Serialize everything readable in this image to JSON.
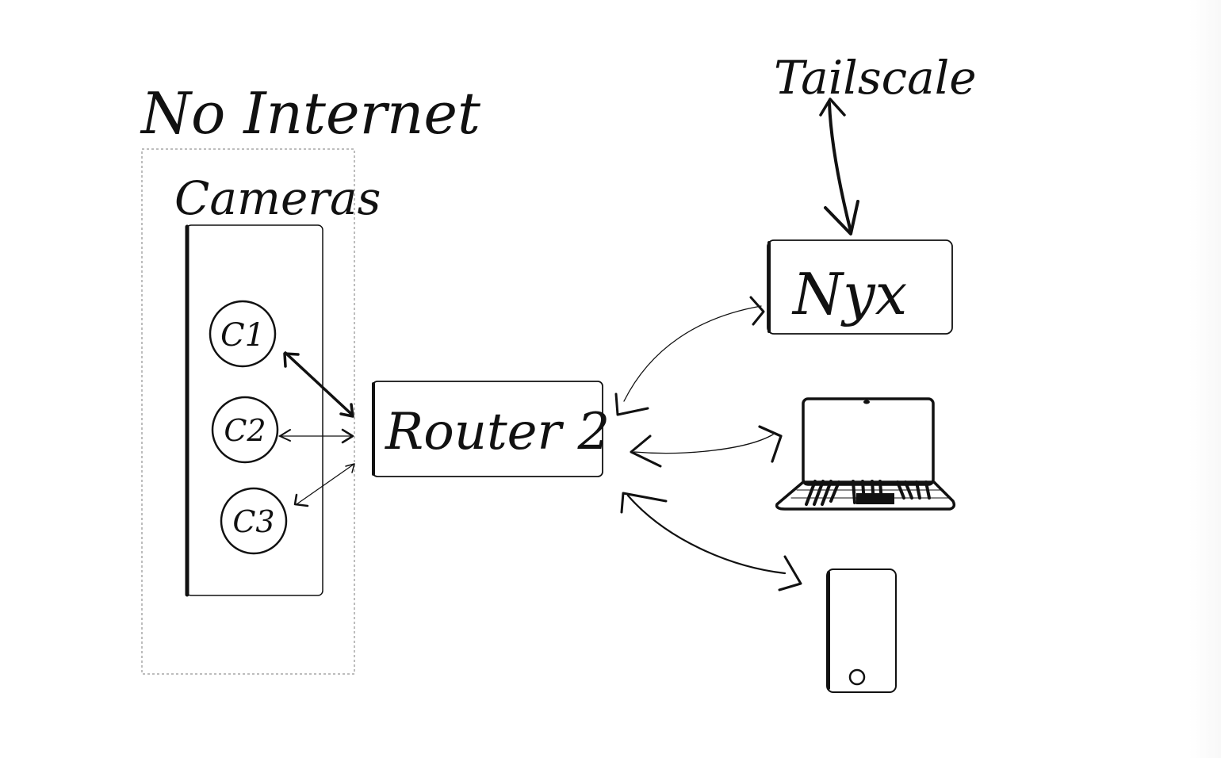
{
  "diagram": {
    "title": "Home camera network sketch",
    "colors": {
      "ink": "#111111",
      "zone_border": "#bdbdbd",
      "background": "#ffffff"
    },
    "zone": {
      "label": "No Internet",
      "style": "dotted"
    },
    "camera_group": {
      "label": "Cameras",
      "cameras": [
        {
          "id": "c1",
          "label": "C1"
        },
        {
          "id": "c2",
          "label": "C2"
        },
        {
          "id": "c3",
          "label": "C3"
        }
      ]
    },
    "router": {
      "label": "Router 2"
    },
    "server": {
      "label": "Nyx"
    },
    "vpn": {
      "label": "Tailscale"
    },
    "devices": [
      {
        "id": "laptop",
        "icon": "laptop-icon"
      },
      {
        "id": "phone",
        "icon": "phone-icon"
      }
    ],
    "links": [
      {
        "from": "C1",
        "to": "Router 2",
        "bidirectional": true
      },
      {
        "from": "C2",
        "to": "Router 2",
        "bidirectional": true
      },
      {
        "from": "C3",
        "to": "Router 2",
        "bidirectional": true
      },
      {
        "from": "Router 2",
        "to": "Nyx",
        "bidirectional": true
      },
      {
        "from": "Router 2",
        "to": "laptop",
        "bidirectional": true
      },
      {
        "from": "Router 2",
        "to": "phone",
        "bidirectional": true
      },
      {
        "from": "Nyx",
        "to": "Tailscale",
        "bidirectional": true
      }
    ]
  }
}
